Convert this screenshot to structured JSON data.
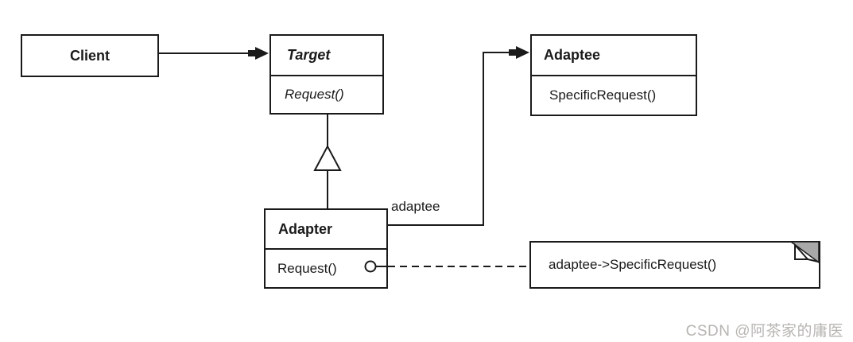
{
  "classes": {
    "client": {
      "name": "Client"
    },
    "target": {
      "name": "Target",
      "method": "Request()"
    },
    "adaptee": {
      "name": "Adaptee",
      "method": "SpecificRequest()"
    },
    "adapter": {
      "name": "Adapter",
      "method": "Request()"
    }
  },
  "association_label": "adaptee",
  "note": {
    "text": "adaptee->SpecificRequest()"
  },
  "watermark": {
    "text": "CSDN @阿茶家的庸医"
  },
  "colors": {
    "line": "#1a1a1a",
    "background": "#ffffff",
    "note_fold_gray": "#a9a9a9",
    "watermark_gray": "#b7b5b2"
  }
}
